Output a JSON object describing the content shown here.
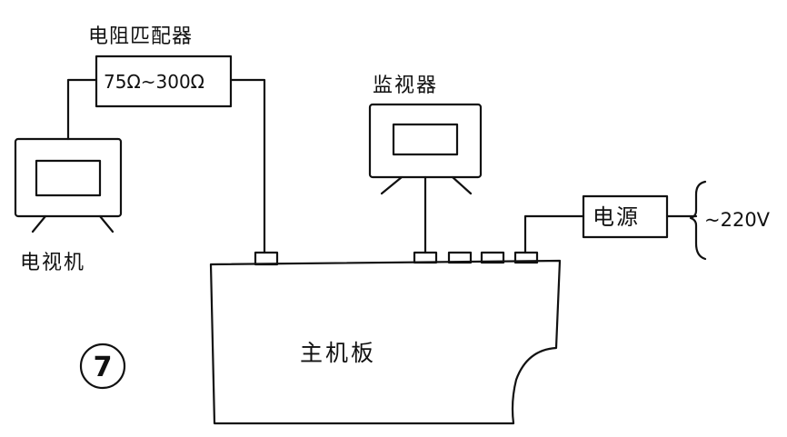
{
  "labels": {
    "matcher_title": "电阻匹配器",
    "matcher_range": "75Ω~300Ω",
    "tv": "电视机",
    "monitor": "监视器",
    "power": "电源",
    "voltage": "~220V",
    "mainboard": "主机板",
    "figure_number": "7"
  }
}
